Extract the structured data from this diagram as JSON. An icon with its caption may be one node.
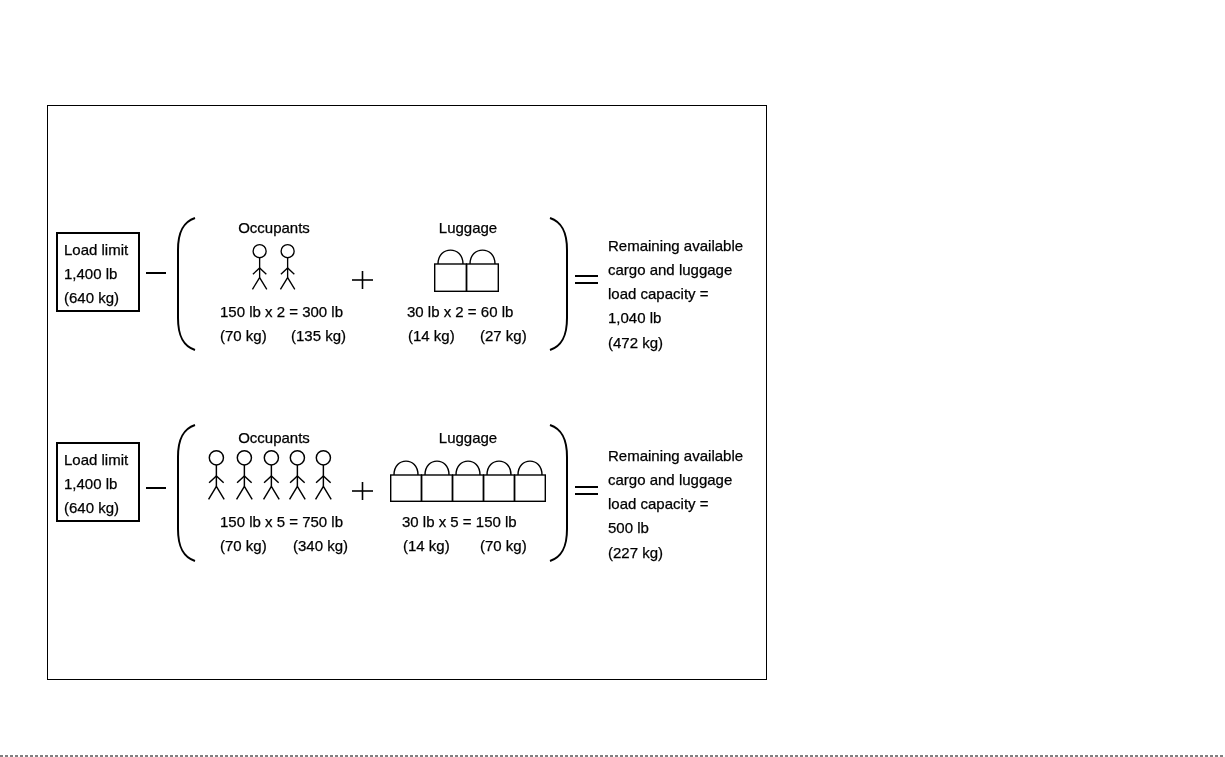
{
  "diagram": {
    "nodes": [
      {
        "text": [
          "Load limit 1,400 lb (640 kg)"
        ]
      },
      {
        "text": [
          "Load limit 1,400 lb (640 kg)"
        ]
      }
    ],
    "labels": [
      "Occupants",
      "Luggage",
      "Remaining available cargo and luggage load capacity =",
      "150 lb x 2 = 300 lb",
      "30 lb x 2 = 60 lb",
      "1,040 lb",
      "(70 kg)",
      "(135 kg)",
      "(14 kg)",
      "(27 kg)",
      "(472 kg)",
      "Occupants",
      "Luggage",
      "Remaining available cargo and luggage load capacity =",
      "150 lb x 5 = 750 lb",
      "30 lb x 5 = 150 lb",
      "500 lb",
      "(70 kg)",
      "(340 kg)",
      "(14 kg)",
      "(70 kg)",
      "(227 kg)"
    ]
  }
}
